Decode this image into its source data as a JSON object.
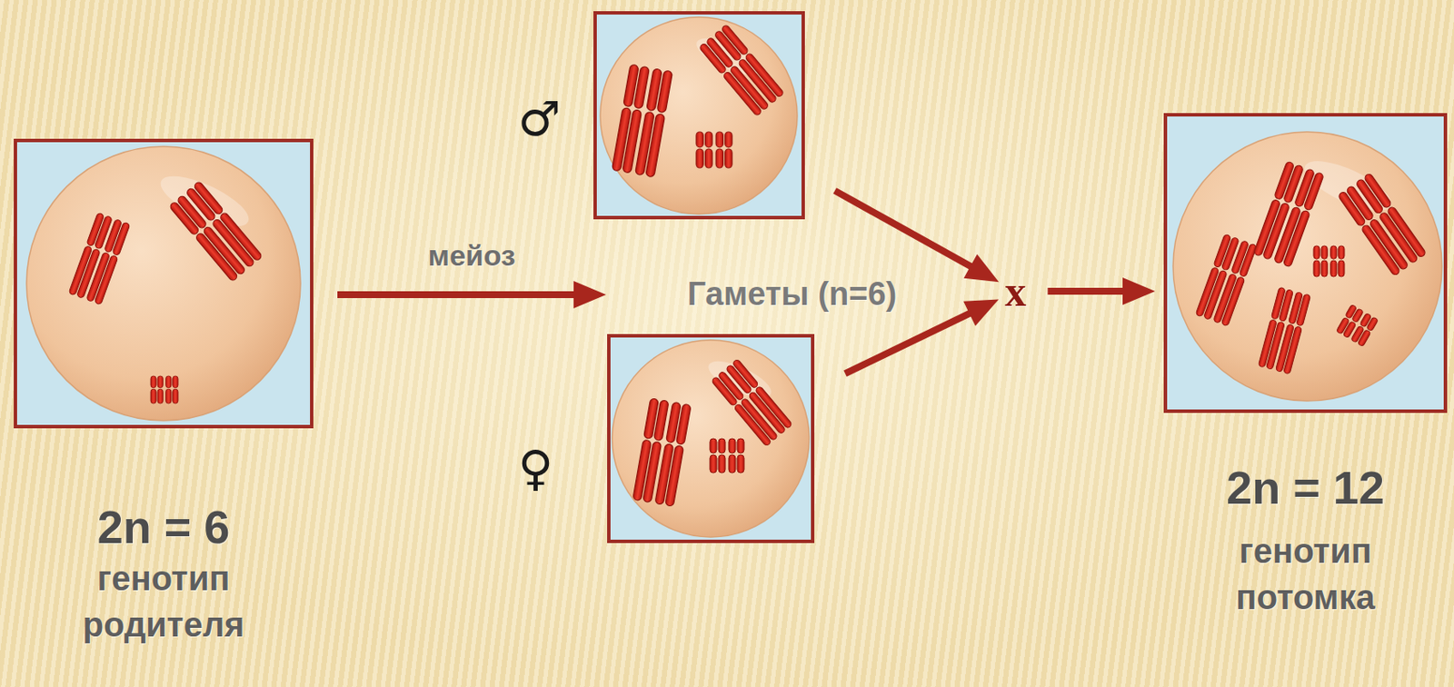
{
  "diagram": {
    "nodes": [
      {
        "text": [
          "2n = 6",
          "генотип родителя"
        ]
      },
      {
        "text": [
          "♂"
        ]
      },
      {
        "text": [
          "♀"
        ]
      },
      {
        "text": [
          "Гаметы (n=6)"
        ]
      },
      {
        "text": [
          "x"
        ]
      },
      {
        "text": [
          "2n = 12",
          "генотип потомка"
        ]
      }
    ],
    "edges": [
      {
        "from": 0,
        "to": 3,
        "label": "мейоз",
        "arrow": "to"
      },
      {
        "from": 1,
        "to": 4,
        "arrow": "to"
      },
      {
        "from": 2,
        "to": 4,
        "arrow": "to"
      },
      {
        "from": 4,
        "to": 5,
        "arrow": "to"
      }
    ]
  }
}
